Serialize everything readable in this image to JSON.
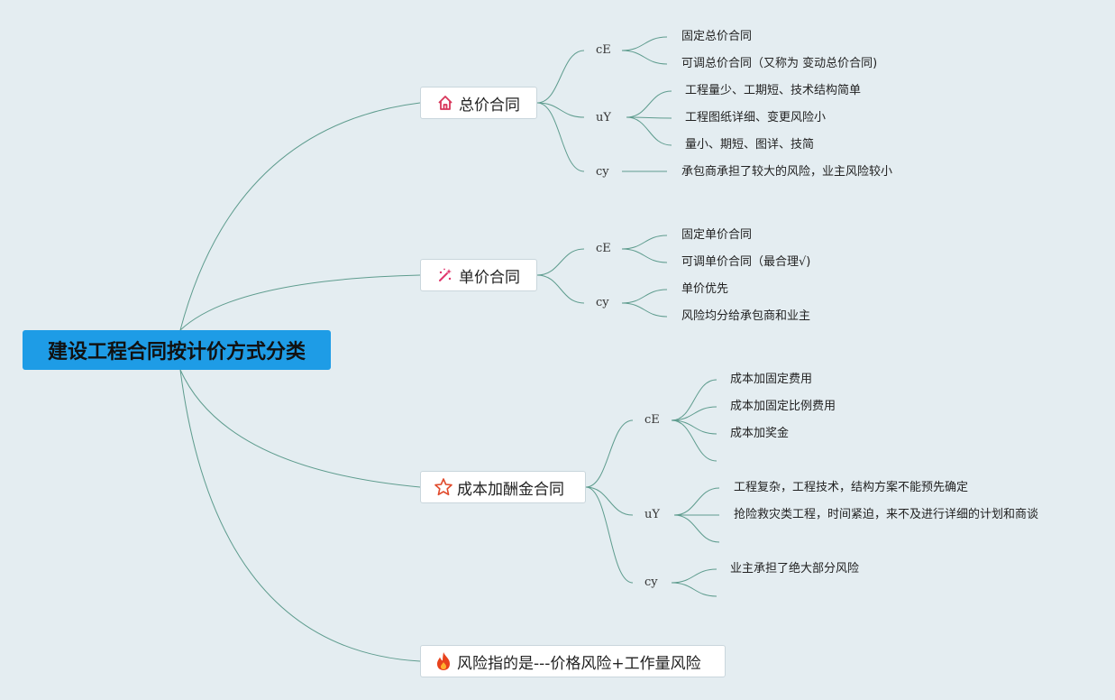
{
  "root": {
    "label": "建设工程合同按计价方式分类"
  },
  "branches": [
    {
      "label": "总价合同",
      "icon": "house-icon",
      "groups": [
        {
          "label": "cE",
          "items": [
            "固定总价合同",
            "可调总价合同（又称为 变动总价合同)"
          ]
        },
        {
          "label": "uY",
          "items": [
            "工程量少、工期短、技术结构简单",
            "工程图纸详细、变更风险小",
            "量小、期短、图详、技简"
          ]
        },
        {
          "label": "cy",
          "items": [
            "承包商承担了较大的风险，业主风险较小"
          ]
        }
      ]
    },
    {
      "label": "单价合同",
      "icon": "magic-wand-icon",
      "groups": [
        {
          "label": "cE",
          "items": [
            "固定单价合同",
            "可调单价合同（最合理√)"
          ]
        },
        {
          "label": "cy",
          "items": [
            "单价优先",
            "风险均分给承包商和业主"
          ]
        }
      ]
    },
    {
      "label": "成本加酬金合同",
      "icon": "star-icon",
      "groups": [
        {
          "label": "cE",
          "items": [
            "成本加固定费用",
            "成本加固定比例费用",
            "成本加奖金",
            ""
          ]
        },
        {
          "label": "uY",
          "items": [
            "工程复杂，工程技术，结构方案不能预先确定",
            "抢险救灾类工程，时间紧迫，来不及进行详细的计划和商谈",
            ""
          ]
        },
        {
          "label": "cy",
          "items": [
            "业主承担了绝大部分风险",
            ""
          ]
        }
      ]
    },
    {
      "label": "风险指的是---价格风险+工作量风险",
      "icon": "fire-icon",
      "groups": []
    }
  ],
  "colors": {
    "background": "#e4edf1",
    "root_fill": "#1e9ce6",
    "connector": "#5e9c8e",
    "house_icon": "#d8365a",
    "wand_icon": "#e0356b",
    "star_icon": "#e14b2c",
    "fire_icon": "#e8421c"
  }
}
